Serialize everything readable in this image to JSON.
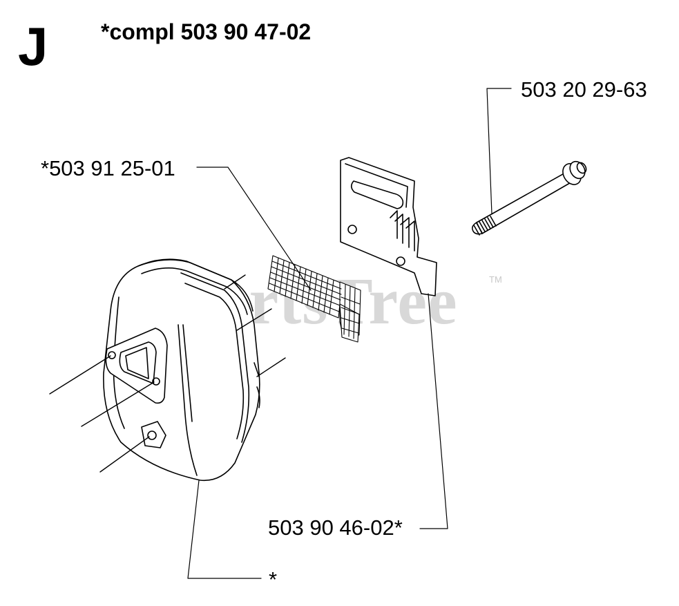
{
  "header": {
    "section_letter": "J",
    "assembly_title": "*compl 503 90 47-02"
  },
  "callouts": {
    "bolt": "503 20 29-63",
    "screen": "*503 91 25-01",
    "plate": "503 90 46-02*",
    "muffler": "*"
  },
  "watermark": {
    "text": "PartsTree",
    "trademark": "TM"
  },
  "colors": {
    "line": "#000000",
    "watermark": "#d8d8d8",
    "plate_fill": "#ffffff"
  }
}
